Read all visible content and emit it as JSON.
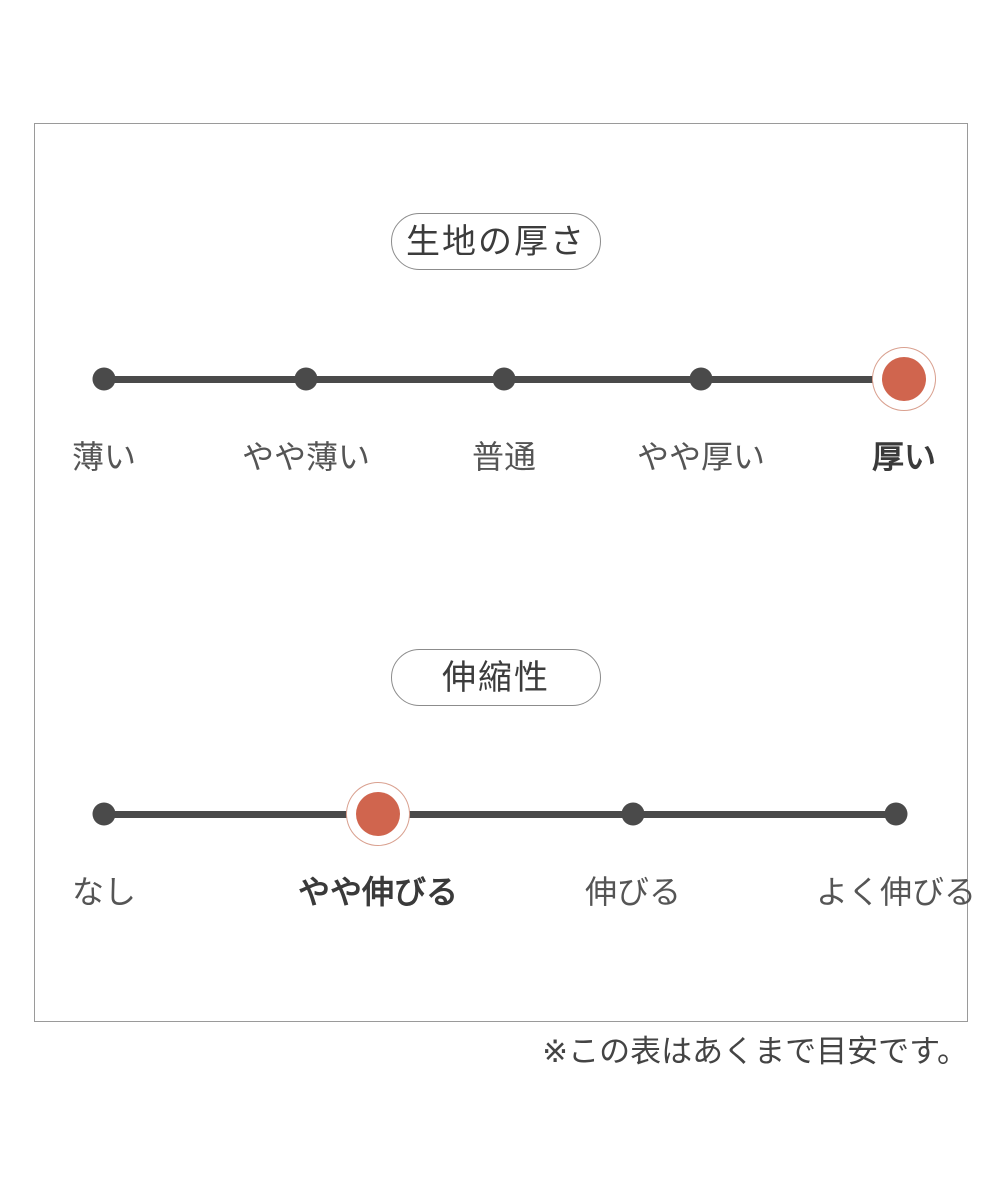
{
  "colors": {
    "frame_border": "#9a9a9a",
    "track": "#4a4a4a",
    "dot": "#4a4a4a",
    "active_dot": "#d0654e",
    "active_ring": "#d9a08f",
    "label": "#555555",
    "active_label": "#3a3a3a",
    "pill_border": "#8c8c8c",
    "background": "#ffffff"
  },
  "sections": [
    {
      "id": "thickness",
      "title": "生地の厚さ",
      "title_icon": "pill-badge",
      "selected_index": 4,
      "options": [
        {
          "label": "薄い",
          "selected": false
        },
        {
          "label": "やや薄い",
          "selected": false
        },
        {
          "label": "普通",
          "selected": false
        },
        {
          "label": "やや厚い",
          "selected": false
        },
        {
          "label": "厚い",
          "selected": true
        }
      ]
    },
    {
      "id": "stretch",
      "title": "伸縮性",
      "title_icon": "pill-badge",
      "selected_index": 1,
      "options": [
        {
          "label": "なし",
          "selected": false
        },
        {
          "label": "やや伸びる",
          "selected": true
        },
        {
          "label": "伸びる",
          "selected": false
        },
        {
          "label": "よく伸びる",
          "selected": false
        }
      ]
    }
  ],
  "footer": {
    "note": "※この表はあくまで目安です。"
  }
}
